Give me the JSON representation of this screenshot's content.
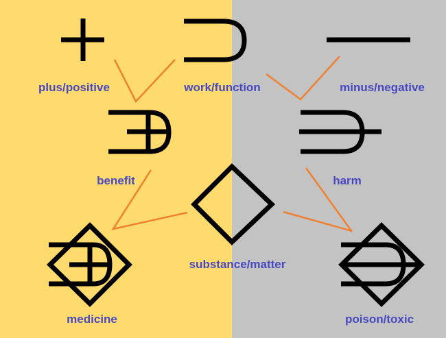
{
  "colors": {
    "left_bg": "#FFDB6E",
    "right_bg": "#C3C3C3",
    "label": "#4848C0",
    "connector": "#F08030",
    "glyph": "#000000"
  },
  "labels": {
    "plus": "plus/positive",
    "work": "work/function",
    "minus": "minus/negative",
    "benefit": "benefit",
    "harm": "harm",
    "substance": "substance/matter",
    "medicine": "medicine",
    "poison": "poison/toxic"
  }
}
